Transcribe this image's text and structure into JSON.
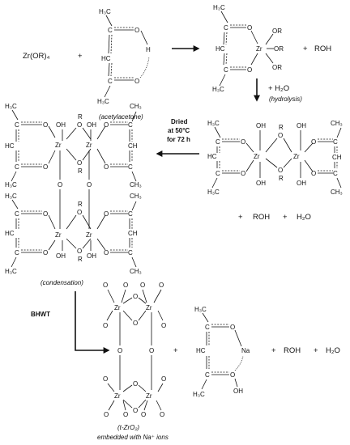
{
  "labels": {
    "h3c": "H₃C",
    "ch3": "CH₃",
    "hc": "HC",
    "ch": "CH",
    "c_eq": "C",
    "o": "O",
    "h": "H",
    "zr": "Zr",
    "or": "OR",
    "oh": "OH",
    "r": "R",
    "na": "Na",
    "plus": "+",
    "zr_or4": "Zr(OR)₄",
    "roh": "ROH",
    "h2o": "H₂O",
    "plus_h2o": "+  H₂O"
  },
  "captions": {
    "acetylacetone": "(acetylacetone)",
    "hydrolysis": "(hydrolysis)",
    "condensation": "(condensation)",
    "product_line1": "(t-ZrO₂)",
    "product_line2": "embedded with Na⁺ ions"
  },
  "conditions": {
    "dried": [
      "Dried",
      "at 50°C",
      "for 72 h"
    ],
    "bhwt": "BHWT"
  }
}
